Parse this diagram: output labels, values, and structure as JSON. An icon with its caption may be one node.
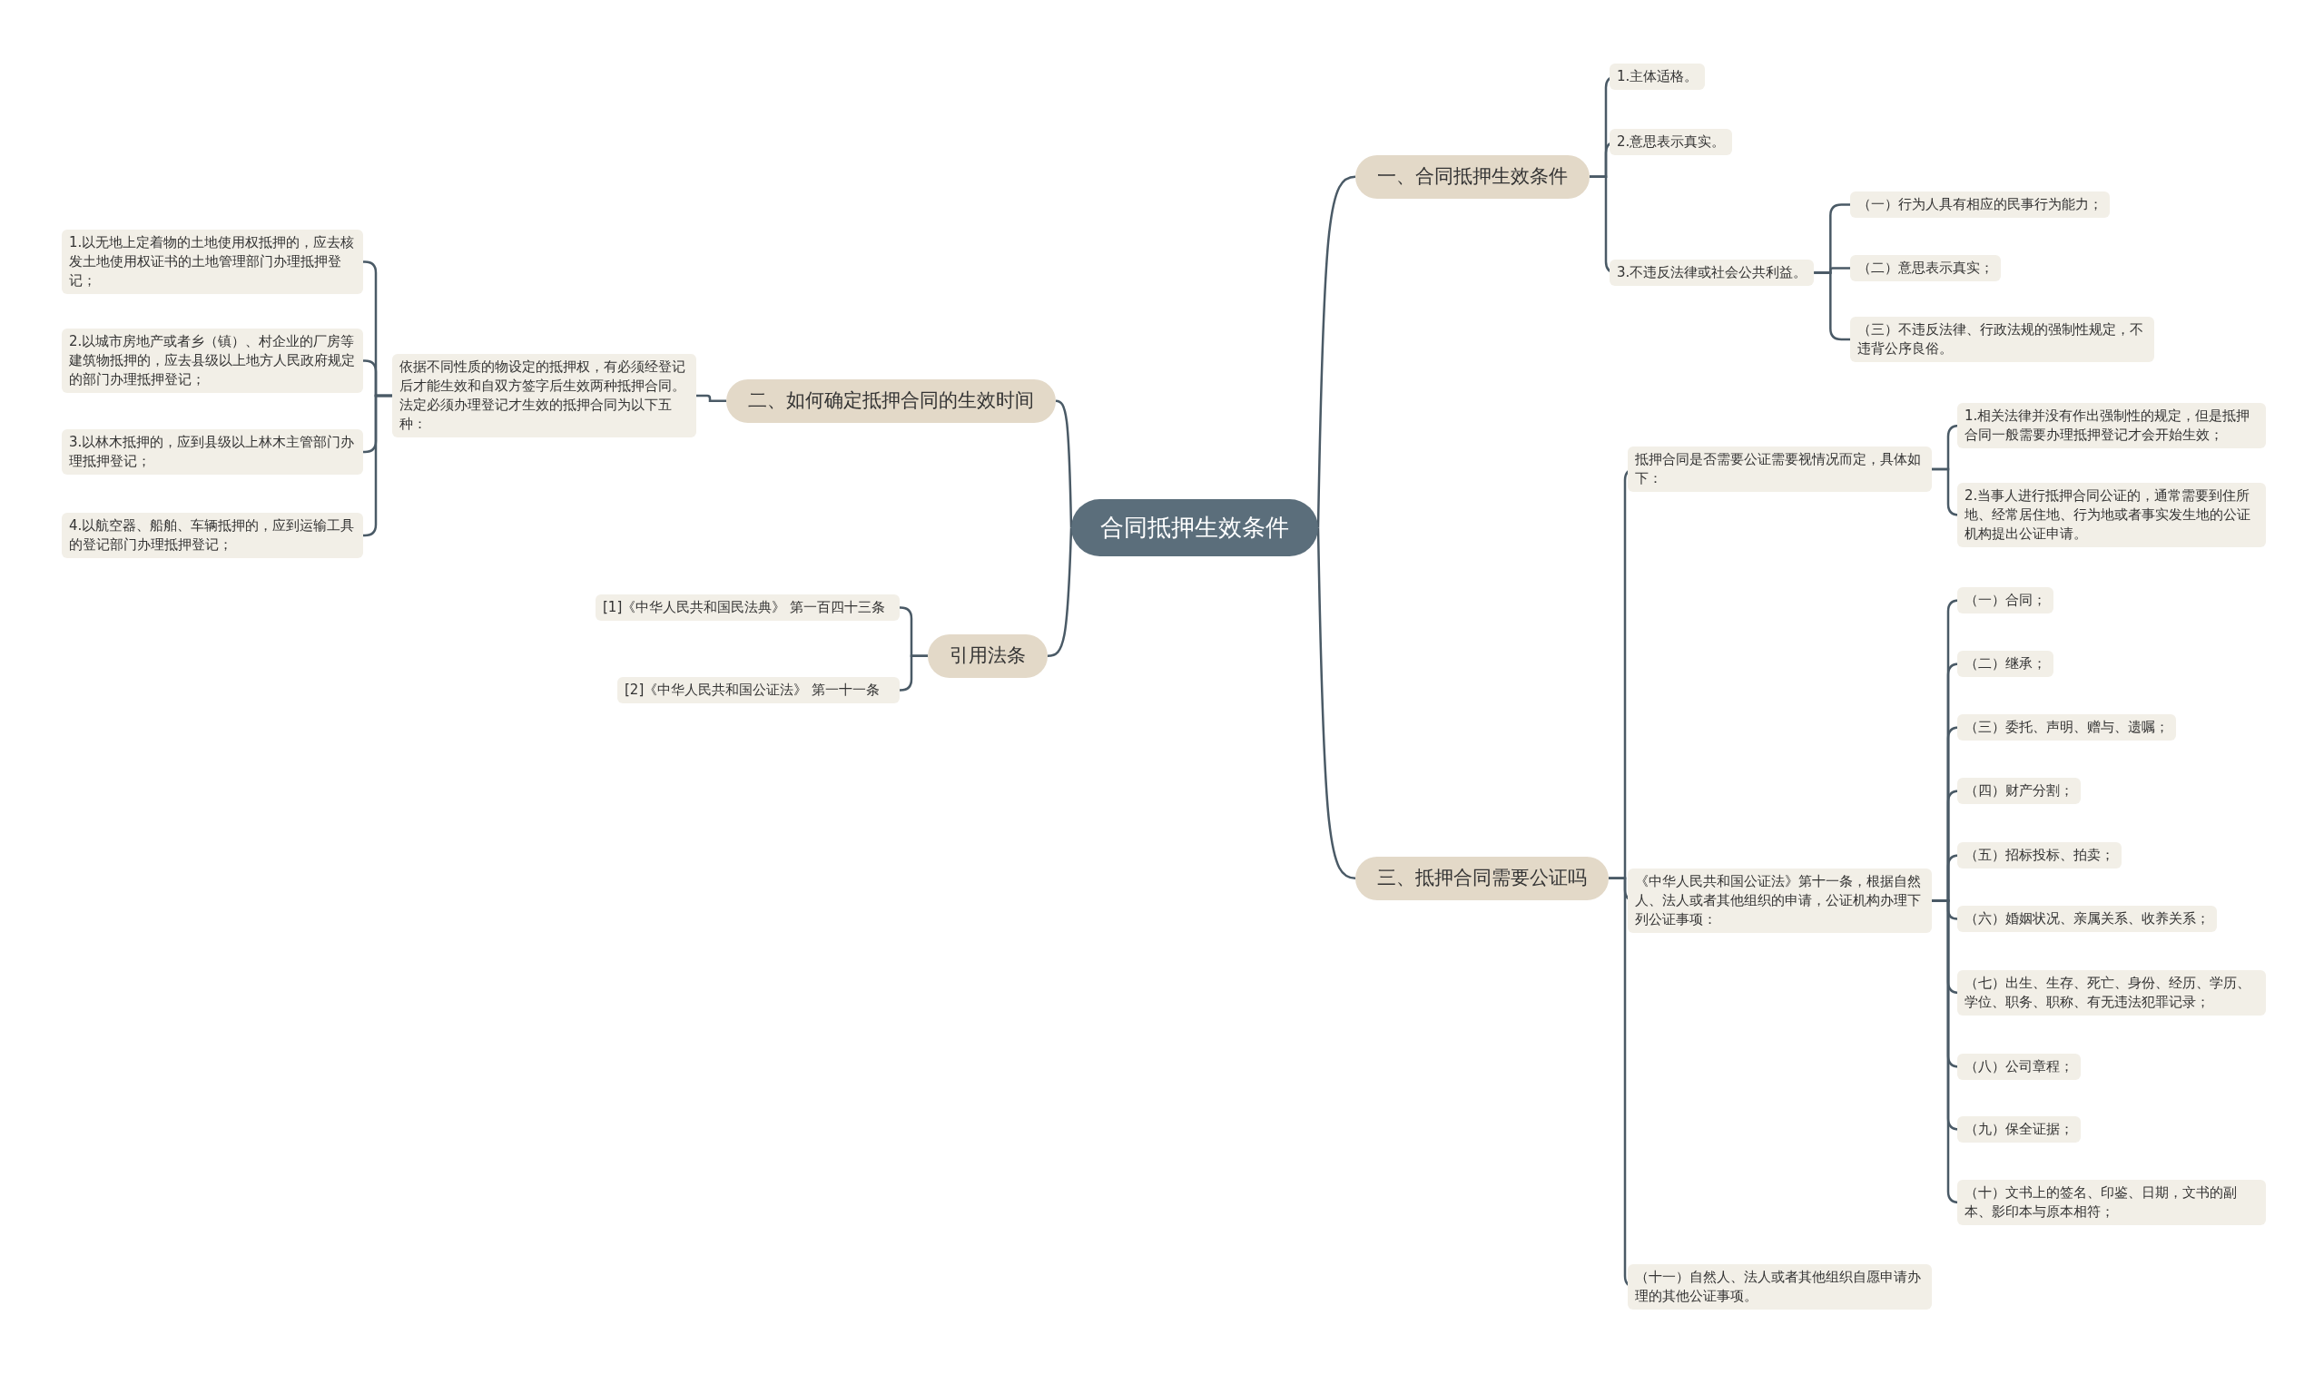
{
  "diagram": {
    "nodes": [
      {
        "text": [
          "合同抵押生效条件"
        ]
      },
      {
        "text": [
          "一、合同抵押生效条件"
        ]
      },
      {
        "text": [
          "1.主体适格。"
        ]
      },
      {
        "text": [
          "2.意思表示真实。"
        ]
      },
      {
        "text": [
          "3.不违反法律或社会公共利益。"
        ]
      },
      {
        "text": [
          "（一）行为人具有相应的民事行为能力；"
        ]
      },
      {
        "text": [
          "（二）意思表示真实；"
        ]
      },
      {
        "text": [
          "（三）不违反法律、行政法规的强制性规定，不违背公序良俗。"
        ]
      },
      {
        "text": [
          "二、如何确定抵押合同的生效时间"
        ]
      },
      {
        "text": [
          "依据不同性质的物设定的抵押权，有必须经登记后才能生效和自双方签字后生效两种抵押合同。法定必须办理登记才生效的抵押合同为以下五种："
        ]
      },
      {
        "text": [
          "1.以无地上定着物的土地使用权抵押的，应去核发土地使用权证书的土地管理部门办理抵押登记；"
        ]
      },
      {
        "text": [
          "2.以城市房地产或者乡（镇）、村企业的厂房等建筑物抵押的，应去县级以上地方人民政府规定的部门办理抵押登记；"
        ]
      },
      {
        "text": [
          "3.以林木抵押的，应到县级以上林木主管部门办理抵押登记；"
        ]
      },
      {
        "text": [
          "4.以航空器、船舶、车辆抵押的，应到运输工具的登记部门办理抵押登记；"
        ]
      },
      {
        "text": [
          "引用法条"
        ]
      },
      {
        "text": [
          "[1]《中华人民共和国民法典》 第一百四十三条"
        ]
      },
      {
        "text": [
          "[2]《中华人民共和国公证法》 第一十一条"
        ]
      },
      {
        "text": [
          "三、抵押合同需要公证吗"
        ]
      },
      {
        "text": [
          "抵押合同是否需要公证需要视情况而定，具体如下："
        ]
      },
      {
        "text": [
          "1.相关法律并没有作出强制性的规定，但是抵押合同一般需要办理抵押登记才会开始生效；"
        ]
      },
      {
        "text": [
          "2.当事人进行抵押合同公证的，通常需要到住所地、经常居住地、行为地或者事实发生地的公证机构提出公证申请。"
        ]
      },
      {
        "text": [
          "《中华人民共和国公证法》第十一条，根据自然人、法人或者其他组织的申请，公证机构办理下列公证事项："
        ]
      },
      {
        "text": [
          "（一）合同；"
        ]
      },
      {
        "text": [
          "（二）继承；"
        ]
      },
      {
        "text": [
          "（三）委托、声明、赠与、遗嘱；"
        ]
      },
      {
        "text": [
          "（四）财产分割；"
        ]
      },
      {
        "text": [
          "（五）招标投标、拍卖；"
        ]
      },
      {
        "text": [
          "（六）婚姻状况、亲属关系、收养关系；"
        ]
      },
      {
        "text": [
          "（七）出生、生存、死亡、身份、经历、学历、学位、职务、职称、有无违法犯罪记录；"
        ]
      },
      {
        "text": [
          "（八）公司章程；"
        ]
      },
      {
        "text": [
          "（九）保全证据；"
        ]
      },
      {
        "text": [
          "（十）文书上的签名、印鉴、日期，文书的副本、影印本与原本相符；"
        ]
      },
      {
        "text": [
          "（十一）自然人、法人或者其他组织自愿申请办理的其他公证事项。"
        ]
      }
    ],
    "edges": [
      {
        "from": 0,
        "to": 1,
        "arrow": "none"
      },
      {
        "from": 1,
        "to": 2,
        "arrow": "none"
      },
      {
        "from": 1,
        "to": 3,
        "arrow": "none"
      },
      {
        "from": 1,
        "to": 4,
        "arrow": "none"
      },
      {
        "from": 4,
        "to": 5,
        "arrow": "none"
      },
      {
        "from": 4,
        "to": 6,
        "arrow": "none"
      },
      {
        "from": 4,
        "to": 7,
        "arrow": "none"
      },
      {
        "from": 0,
        "to": 8,
        "arrow": "none"
      },
      {
        "from": 8,
        "to": 9,
        "arrow": "none"
      },
      {
        "from": 9,
        "to": 10,
        "arrow": "none"
      },
      {
        "from": 9,
        "to": 11,
        "arrow": "none"
      },
      {
        "from": 9,
        "to": 12,
        "arrow": "none"
      },
      {
        "from": 9,
        "to": 13,
        "arrow": "none"
      },
      {
        "from": 0,
        "to": 14,
        "arrow": "none"
      },
      {
        "from": 14,
        "to": 15,
        "arrow": "none"
      },
      {
        "from": 14,
        "to": 16,
        "arrow": "none"
      },
      {
        "from": 0,
        "to": 17,
        "arrow": "none"
      },
      {
        "from": 17,
        "to": 18,
        "arrow": "none"
      },
      {
        "from": 18,
        "to": 19,
        "arrow": "none"
      },
      {
        "from": 18,
        "to": 20,
        "arrow": "none"
      },
      {
        "from": 17,
        "to": 21,
        "arrow": "none"
      },
      {
        "from": 21,
        "to": 22,
        "arrow": "none"
      },
      {
        "from": 21,
        "to": 23,
        "arrow": "none"
      },
      {
        "from": 21,
        "to": 24,
        "arrow": "none"
      },
      {
        "from": 21,
        "to": 25,
        "arrow": "none"
      },
      {
        "from": 21,
        "to": 26,
        "arrow": "none"
      },
      {
        "from": 21,
        "to": 27,
        "arrow": "none"
      },
      {
        "from": 21,
        "to": 28,
        "arrow": "none"
      },
      {
        "from": 21,
        "to": 29,
        "arrow": "none"
      },
      {
        "from": 21,
        "to": 30,
        "arrow": "none"
      },
      {
        "from": 21,
        "to": 31,
        "arrow": "none"
      },
      {
        "from": 17,
        "to": 32,
        "arrow": "none"
      }
    ]
  }
}
